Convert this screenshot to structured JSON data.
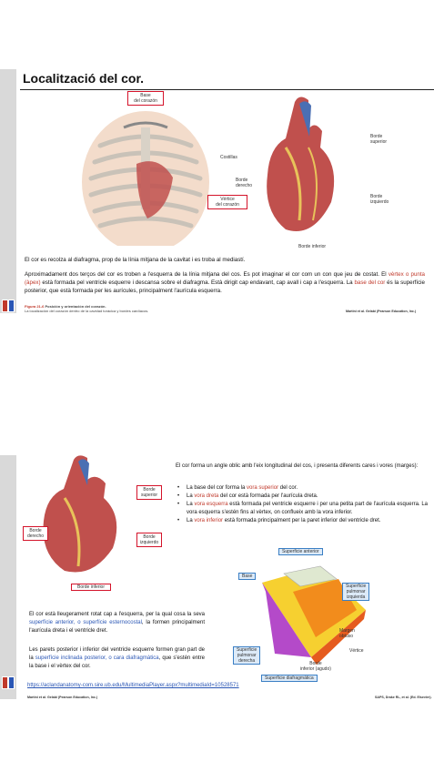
{
  "slide1": {
    "title": "Localització del cor.",
    "figure": {
      "label_base": "Base\ndel corazón",
      "label_costillas": "Costillas",
      "label_vertice": "Vértice\ndel corazón",
      "label_borde_superior": "Borde\nsuperior",
      "label_borde_derecho": "Borde\nderecho",
      "label_borde_izquierdo": "Borde\nizquierdo",
      "label_borde_inferior": "Borde inferior"
    },
    "para1": "El cor es recolza al diafragma, prop de la línia mitjana de la cavitat i es troba al mediastí.",
    "para2_a": "Aproximadament dos terços del cor es troben a l'esquerra de la línia mitjana del cos. Es pot imaginar el cor com un con que jeu de costat. El ",
    "para2_red1": "vèrtex o punta (àpex)",
    "para2_b": " està formada pel ventricle esquerre i descansa sobre el diafragma. Està dirigit cap endavant, cap avall i cap a l'esquerra. La ",
    "para2_red2": "base del cor",
    "para2_c": " és la superfície posterior, que està formada per les aurícules, principalment l'aurícula esquerra.",
    "fig_caption_label": "Figura 21-6",
    "fig_caption_title": "Posición y orientación del corazón.",
    "fig_caption_text": "La localización del corazón dentro de la cavidad torácica y bordes cardíacos.",
    "credit": "Martini et al. Gelabi (Pearson Education, Inc.)"
  },
  "slide2": {
    "left_figure": {
      "label_borde_superior": "Borde\nsuperior",
      "label_borde_derecho": "Borde\nderecho",
      "label_borde_izquierdo": "Borde\nizquierdo",
      "label_borde_inferior": "Borde inferior"
    },
    "intro": "El cor forma un angle oblic amb l'eix longitudinal del cos, i presenta diferents cares i vores (marges):",
    "bullets": [
      {
        "pre": "La base del cor forma la ",
        "hl": "vora superior",
        "post": " del cor."
      },
      {
        "pre": "La ",
        "hl": "vora dreta",
        "post": " del cor està formada per l'aurícula dreta."
      },
      {
        "pre": " La ",
        "hl": "vora esquerra",
        "post": " està formada pel ventricle esquerre i per una petita part de l'aurícula esquerra. La vora esquerra s'estén fins al vèrtex, on conflueix amb la vora inferior."
      },
      {
        "pre": "La ",
        "hl": "vora inferior",
        "post": " està formada principalment per la paret inferior del ventricle dret."
      }
    ],
    "diagram": {
      "superficie_anterior": "Superficie anterior",
      "base": "Base",
      "superficie_pulmonar_izquierda": "Superficie\npulmonar\nizquierda",
      "margen_obtuso": "Margen\nobtuso",
      "superficie_pulmonar_derecha": "Superficie\npulmonar\nderecha",
      "vertice": "Vértice",
      "borde_inferior_agudo": "Borde\ninferior (agudo)",
      "superficie_diafragmatica": "Superficie diafragmática"
    },
    "para1_a": "El cor està lleugerament rotat cap a l'esquerra, per la qual cosa la seva ",
    "para1_blue": "superfície anterior, o superfície esternocostal",
    "para1_b": ", la formen principalment l'aurícula dreta i el ventricle dret.",
    "para2_a": "Les parets posterior i inferior del ventricle esquerre formen gran part de la ",
    "para2_blue": "superfície inclinada posterior, o cara diafragmàtica",
    "para2_b": ", que s'estén entre la base i el vèrtex del cor.",
    "link": "https://aclandanatomy-com.sire.ub.edu/MultimediaPlayer.aspx?multimediaId=10528571",
    "credit_left": "Martini et al. Gelabi (Pearson Education, Inc.)",
    "credit_right": "SAPS, Drake RL, et al. (Ed. Elsevier)."
  },
  "colors": {
    "accent_red": "#c0392b",
    "link_blue": "#2a56b5"
  }
}
